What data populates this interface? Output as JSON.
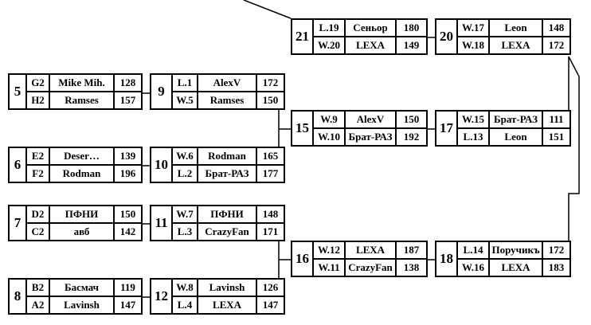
{
  "matches": [
    {
      "id": "5",
      "rows": [
        {
          "src": "G2",
          "player": "Mike Mih.",
          "score": "128"
        },
        {
          "src": "H2",
          "player": "Ramses",
          "score": "157"
        }
      ]
    },
    {
      "id": "6",
      "rows": [
        {
          "src": "E2",
          "player": "Deser…",
          "score": "139"
        },
        {
          "src": "F2",
          "player": "Rodman",
          "score": "196"
        }
      ]
    },
    {
      "id": "7",
      "rows": [
        {
          "src": "D2",
          "player": "ПФНИ",
          "score": "150"
        },
        {
          "src": "C2",
          "player": "авб",
          "score": "142"
        }
      ]
    },
    {
      "id": "8",
      "rows": [
        {
          "src": "B2",
          "player": "Басмач",
          "score": "119"
        },
        {
          "src": "A2",
          "player": "Lavinsh",
          "score": "147"
        }
      ]
    },
    {
      "id": "9",
      "rows": [
        {
          "src": "L.1",
          "player": "AlexV",
          "score": "172"
        },
        {
          "src": "W.5",
          "player": "Ramses",
          "score": "150"
        }
      ]
    },
    {
      "id": "10",
      "rows": [
        {
          "src": "W.6",
          "player": "Rodman",
          "score": "165"
        },
        {
          "src": "L.2",
          "player": "Брат-РАЗ",
          "score": "177"
        }
      ]
    },
    {
      "id": "11",
      "rows": [
        {
          "src": "W.7",
          "player": "ПФНИ",
          "score": "148"
        },
        {
          "src": "L.3",
          "player": "CrazyFan",
          "score": "171"
        }
      ]
    },
    {
      "id": "12",
      "rows": [
        {
          "src": "W.8",
          "player": "Lavinsh",
          "score": "126"
        },
        {
          "src": "L.4",
          "player": "LEXA",
          "score": "147"
        }
      ]
    },
    {
      "id": "15",
      "rows": [
        {
          "src": "W.9",
          "player": "AlexV",
          "score": "150"
        },
        {
          "src": "W.10",
          "player": "Брат-РАЗ",
          "score": "192"
        }
      ]
    },
    {
      "id": "16",
      "rows": [
        {
          "src": "W.12",
          "player": "LEXA",
          "score": "187"
        },
        {
          "src": "W.11",
          "player": "CrazyFan",
          "score": "138"
        }
      ]
    },
    {
      "id": "17",
      "rows": [
        {
          "src": "W.15",
          "player": "Брат-РАЗ",
          "score": "111"
        },
        {
          "src": "L.13",
          "player": "Leon",
          "score": "151"
        }
      ]
    },
    {
      "id": "18",
      "rows": [
        {
          "src": "L.14",
          "player": "Поручикъ",
          "score": "172"
        },
        {
          "src": "W.16",
          "player": "LEXA",
          "score": "183"
        }
      ]
    },
    {
      "id": "20",
      "rows": [
        {
          "src": "W.17",
          "player": "Leon",
          "score": "148"
        },
        {
          "src": "W.18",
          "player": "LEXA",
          "score": "172"
        }
      ]
    },
    {
      "id": "21",
      "rows": [
        {
          "src": "L.19",
          "player": "Сеньор",
          "score": "180"
        },
        {
          "src": "W.20",
          "player": "LEXA",
          "score": "149"
        }
      ]
    }
  ]
}
